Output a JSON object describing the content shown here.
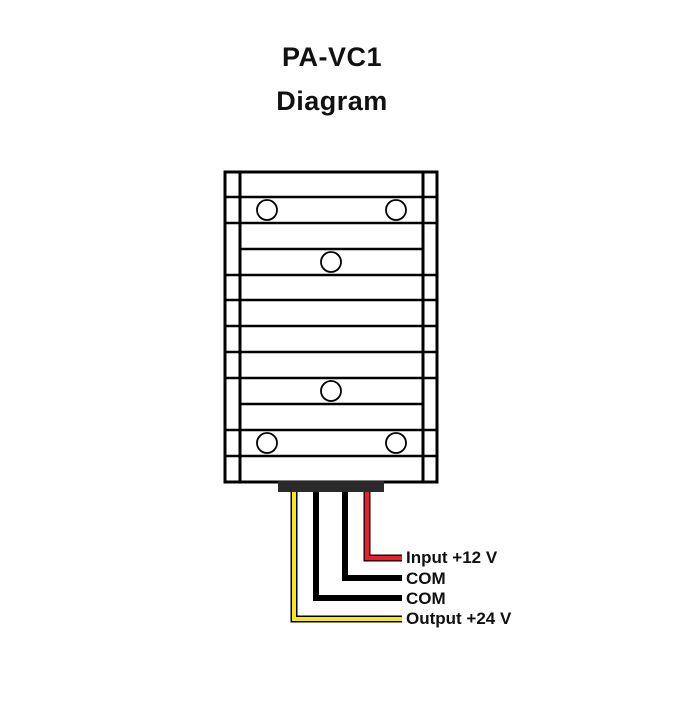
{
  "header": {
    "title_line1": "PA-VC1",
    "title_line2": "Diagram"
  },
  "device": {
    "name": "PA-VC1 converter module",
    "mounting_holes": 6,
    "connector_color": "#2a2a2a"
  },
  "wires": [
    {
      "label": "Input +12 V",
      "color": "#e8202a"
    },
    {
      "label": "COM",
      "color": "#000000"
    },
    {
      "label": "COM",
      "color": "#000000"
    },
    {
      "label": "Output +24 V",
      "color": "#f4e816"
    }
  ]
}
